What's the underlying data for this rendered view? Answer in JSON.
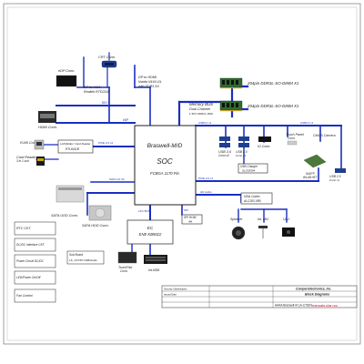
{
  "soc": {
    "name": "Braswell-M/D",
    "type": "SOC",
    "pkg": "FCBGA 1170 Pin"
  },
  "memory": {
    "bus": "Memory BUS",
    "channel": "Dual Channel",
    "speed": "1.35V DDR3L 1600",
    "dimm1": "204pin DDR3L-SO-DIMM X1",
    "dimm2": "204pin DDR3L-SO-DIMM X1"
  },
  "crt": {
    "label": "CRT Conn."
  },
  "dp_hdmi": {
    "l1": "DP to HDMI",
    "l2": "Nvidia N16V-GL",
    "l3": "with DDR3 2G"
  },
  "dp_vga": {
    "l1": "DP to VGA",
    "l2": "Realtek RTD2168"
  },
  "edp": {
    "label": "eDP Conn."
  },
  "hdmi": {
    "label": "HDMI Conn."
  },
  "rj45": {
    "label": "RJ45 Conn."
  },
  "cardreader": {
    "label": "Card Reader",
    "sub": "3 in 1 slot"
  },
  "lan": {
    "l1": "LAN(GbE) / Card Reader",
    "l2": "RTL8411B"
  },
  "sata_odd": {
    "label": "SATA ODD Conn."
  },
  "sata_hdd": {
    "label": "SATA HDD Conn."
  },
  "usb30": {
    "label": "USB 3.0",
    "sub": "Conn x2"
  },
  "usb20_io": {
    "label": "USB 2.0",
    "sub": "Conn x1"
  },
  "io_board": {
    "label": "IO Conn."
  },
  "touchpanel": {
    "label": "Touch Panel",
    "sub": "Conn."
  },
  "usb_charger": {
    "l1": "USB Charger",
    "l2": "SLG55594"
  },
  "camera": {
    "l1": "CMOS Camera"
  },
  "ngff": {
    "l1": "NGFF",
    "l2": "WLAN+BT"
  },
  "usb20_right": {
    "label": "USB 2.0",
    "sub": "Conn x1"
  },
  "codec": {
    "l1": "HDA Codec",
    "l2": "ALC283-VB5"
  },
  "speaker": {
    "label": "Speaker"
  },
  "intmic": {
    "label": "Int. MIC"
  },
  "universal_jack": {
    "label": "UAJ"
  },
  "ec": {
    "l1": "EC",
    "l2": "ENE KB9022"
  },
  "spirom": {
    "l1": "SPI ROM",
    "l2": "4M"
  },
  "touchpad": {
    "l1": "TouchPad",
    "l2": "Conn."
  },
  "intkbd": {
    "label": "Int.KBD"
  },
  "power_list": [
    "RTC CKT.",
    "DC/DC Interface CKT.",
    "Power Circuit DC/DC",
    "LED/Power On/Off",
    "Fan Control"
  ],
  "sub_board": {
    "l1": "Sub Board",
    "l2": "LS_XXXXP  USB/Audio"
  },
  "buses": {
    "hdmi1": "DDI 1",
    "edp": "eDP",
    "pcie": "PCIE 2.0 x4",
    "sata": "SATA 2.0 X2",
    "usb3": "USB3.0 x1",
    "usb2": "USB2.0 x1",
    "pcie1": "PCIE 2.0 x1",
    "hda": "HD Audio",
    "lpc": "LPC BUS",
    "spi": "SPI"
  },
  "title_block": {
    "company": "Compal Electronics, Inc.",
    "title": "Block Diagrams",
    "model": "AAAA  Braswell-M  LA-C781P",
    "security": "Security Classification",
    "issued": "Issued Date",
    "watermark": "manuals.clan.su"
  }
}
